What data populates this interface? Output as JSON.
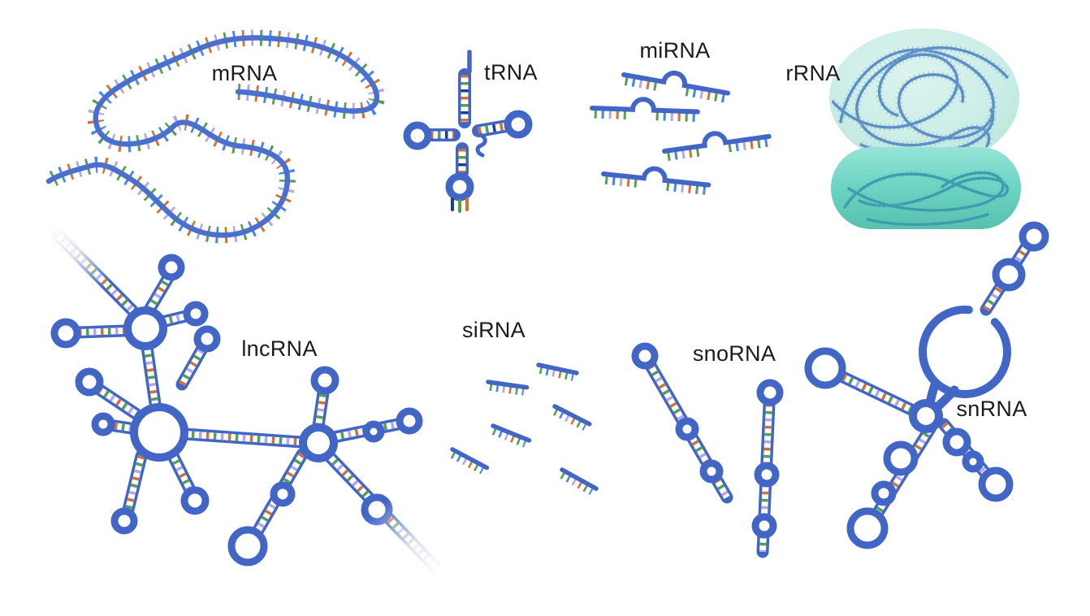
{
  "molecules": {
    "mrna": {
      "label": "mRNA"
    },
    "trna": {
      "label": "tRNA"
    },
    "mirna": {
      "label": "miRNA"
    },
    "rrna": {
      "label": "rRNA"
    },
    "lncrna": {
      "label": "lncRNA"
    },
    "sirna": {
      "label": "siRNA"
    },
    "snorna": {
      "label": "snoRNA"
    },
    "snrna": {
      "label": "snRNA"
    }
  },
  "colors": {
    "background": "#ffffff",
    "strand_blue": "#4166c6",
    "mrna_strand_blue": "#4a6fcc",
    "tick_green": "#55a04e",
    "tick_orange": "#cf7433",
    "tick_lavender": "#b5a7e3",
    "tick_blue": "#4285f4",
    "rung_navy": "#1e3f8e",
    "ribosome_large_subunit": "#c9ece4",
    "ribosome_small_subunit": "#6fd5c4",
    "ribosome_strand_large": "#5d8fc5",
    "ribosome_strand_small": "#4aa3b0",
    "label_text": "#1b1b1b"
  }
}
